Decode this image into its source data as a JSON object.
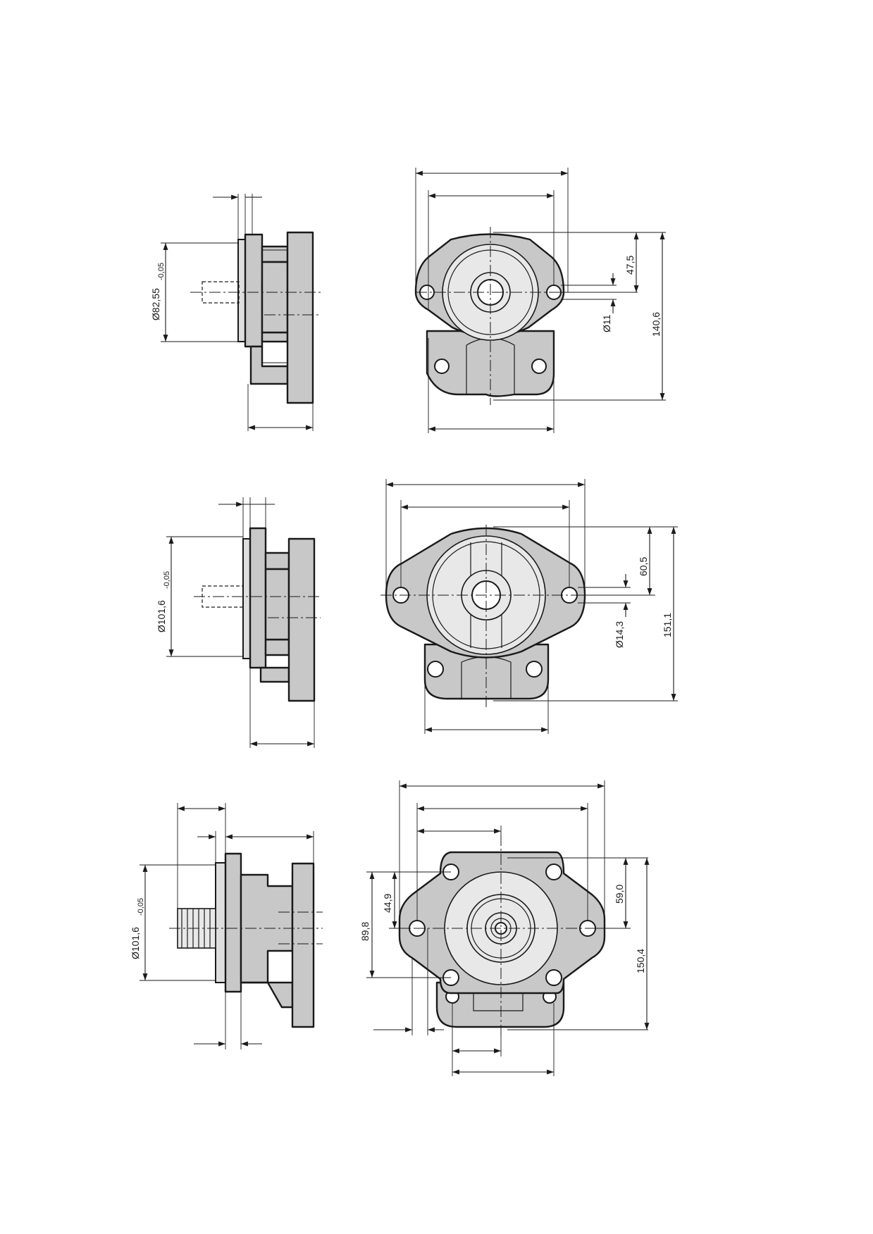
{
  "drawing": {
    "row1": {
      "side_dia": "Ø82,55",
      "side_tol": "-0,05",
      "front_dims": [
        "47,5",
        "Ø11",
        "140,6"
      ]
    },
    "row2": {
      "side_dia": "Ø101,6",
      "side_tol": "-0,05",
      "front_dims": [
        "60,5",
        "Ø14,3",
        "151,1"
      ]
    },
    "row3": {
      "side_dia": "Ø101,6",
      "side_tol": "-0,05",
      "front_dims": [
        "89,8",
        "44,9",
        "59,0",
        "150,4"
      ]
    }
  }
}
